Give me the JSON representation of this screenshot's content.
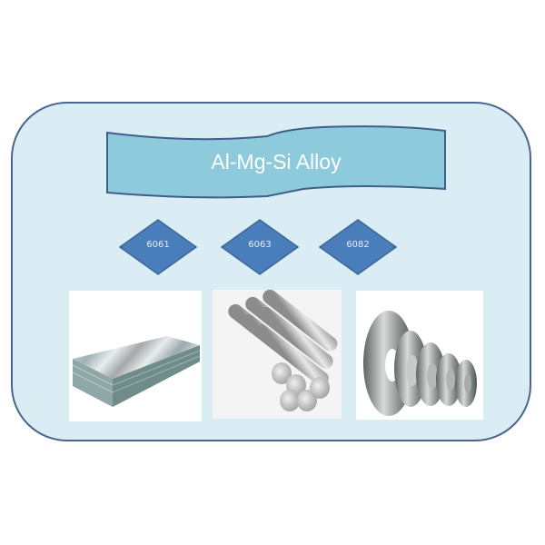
{
  "diagram": {
    "title": "Al-Mg-Si Alloy",
    "colors": {
      "frame_fill": "#daedf4",
      "frame_border": "#4a6590",
      "banner_fill": "#8ccadc",
      "banner_border": "#3f5f8a",
      "diamond_fill": "#4a7ebb",
      "diamond_border": "#3c6696"
    },
    "grades": [
      {
        "label": "6061",
        "product": "aluminum-sheet-plate"
      },
      {
        "label": "6063",
        "product": "aluminum-round-bars"
      },
      {
        "label": "6082",
        "product": "aluminum-strip-coils"
      }
    ]
  }
}
